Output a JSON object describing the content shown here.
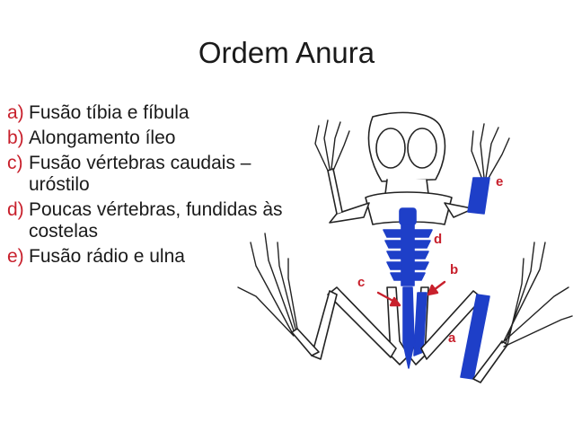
{
  "title": "Ordem Anura",
  "features": [
    {
      "key": "a)",
      "text": "Fusão tíbia e fíbula"
    },
    {
      "key": "b)",
      "text": "Alongamento íleo"
    },
    {
      "key": "c)",
      "text": "Fusão vértebras caudais – uróstilo"
    },
    {
      "key": "d)",
      "text": "Poucas vértebras, fundidas às costelas"
    },
    {
      "key": "e)",
      "text": "Fusão rádio e ulna"
    }
  ],
  "figure": {
    "labels": {
      "a": "a",
      "b": "b",
      "c": "c",
      "d": "d",
      "e": "e"
    },
    "colors": {
      "highlight": "#1e3fc8",
      "label": "#c8202c",
      "bone": "#ffffff",
      "outline": "#222222"
    }
  }
}
